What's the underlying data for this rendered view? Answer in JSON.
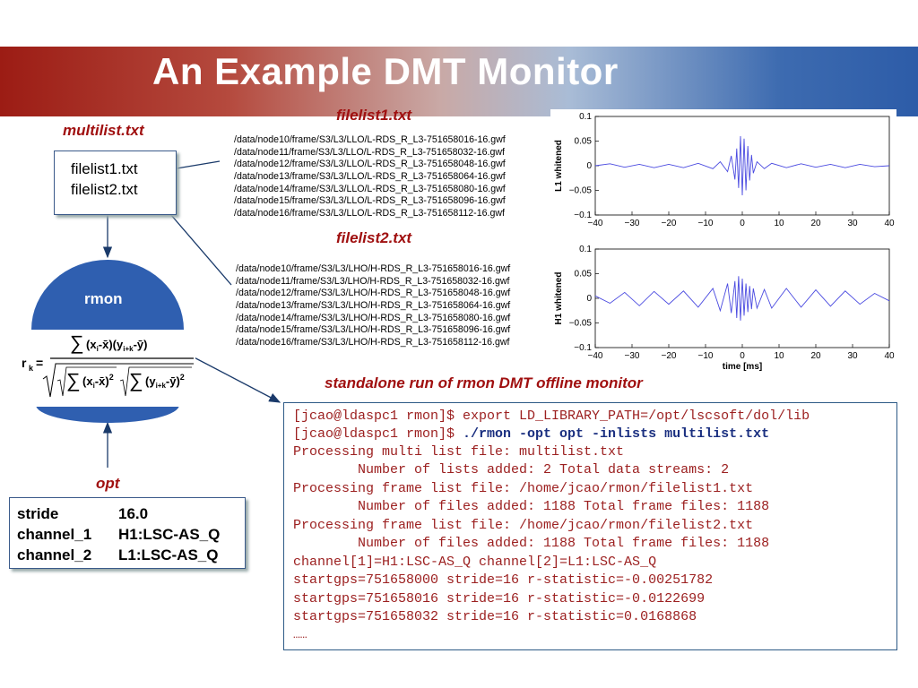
{
  "slide": {
    "title": "An Example DMT Monitor",
    "multilist_label": "multilist.txt",
    "multilist_lines": [
      "filelist1.txt",
      "filelist2.txt"
    ],
    "filelist1_label": "filelist1.txt",
    "filelist2_label": "filelist2.txt",
    "filelist1_paths": [
      "/data/node10/frame/S3/L3/LLO/L-RDS_R_L3-751658016-16.gwf",
      "/data/node11/frame/S3/L3/LLO/L-RDS_R_L3-751658032-16.gwf",
      "/data/node12/frame/S3/L3/LLO/L-RDS_R_L3-751658048-16.gwf",
      "/data/node13/frame/S3/L3/LLO/L-RDS_R_L3-751658064-16.gwf",
      "/data/node14/frame/S3/L3/LLO/L-RDS_R_L3-751658080-16.gwf",
      "/data/node15/frame/S3/L3/LLO/L-RDS_R_L3-751658096-16.gwf",
      "/data/node16/frame/S3/L3/LLO/L-RDS_R_L3-751658112-16.gwf"
    ],
    "filelist2_paths": [
      "/data/node10/frame/S3/L3/LHO/H-RDS_R_L3-751658016-16.gwf",
      "/data/node11/frame/S3/L3/LHO/H-RDS_R_L3-751658032-16.gwf",
      "/data/node12/frame/S3/L3/LHO/H-RDS_R_L3-751658048-16.gwf",
      "/data/node13/frame/S3/L3/LHO/H-RDS_R_L3-751658064-16.gwf",
      "/data/node14/frame/S3/L3/LHO/H-RDS_R_L3-751658080-16.gwf",
      "/data/node15/frame/S3/L3/LHO/H-RDS_R_L3-751658096-16.gwf",
      "/data/node16/frame/S3/L3/LHO/H-RDS_R_L3-751658112-16.gwf"
    ],
    "rmon_label": "rmon",
    "formula": {
      "lhs": "r",
      "lhs_sub": "k",
      "equals": "="
    },
    "opt_label": "opt",
    "opt_rows": [
      {
        "key": "stride",
        "value": "16.0"
      },
      {
        "key": "channel_1",
        "value": "H1:LSC-AS_Q"
      },
      {
        "key": "channel_2",
        "value": "L1:LSC-AS_Q"
      }
    ],
    "standalone_label": "standalone run of rmon DMT offline monitor",
    "terminal_lines": [
      {
        "prompt": "[jcao@ldaspc1 rmon]$ ",
        "text": "export LD_LIBRARY_PATH=/opt/lscsoft/dol/lib",
        "cmd": false
      },
      {
        "prompt": "[jcao@ldaspc1 rmon]$ ",
        "text": "./rmon -opt opt -inlists multilist.txt",
        "cmd": true
      },
      {
        "prompt": "",
        "text": "Processing multi list file: multilist.txt",
        "cmd": false
      },
      {
        "prompt": "",
        "text": "        Number of lists added: 2 Total data streams: 2",
        "cmd": false
      },
      {
        "prompt": "",
        "text": "Processing frame list file: /home/jcao/rmon/filelist1.txt",
        "cmd": false
      },
      {
        "prompt": "",
        "text": "        Number of files added: 1188 Total frame files: 1188",
        "cmd": false
      },
      {
        "prompt": "",
        "text": "Processing frame list file: /home/jcao/rmon/filelist2.txt",
        "cmd": false
      },
      {
        "prompt": "",
        "text": "        Number of files added: 1188 Total frame files: 1188",
        "cmd": false
      },
      {
        "prompt": "",
        "text": "channel[1]=H1:LSC-AS_Q channel[2]=L1:LSC-AS_Q",
        "cmd": false
      },
      {
        "prompt": "",
        "text": "startgps=751658000 stride=16 r-statistic=-0.00251782",
        "cmd": false
      },
      {
        "prompt": "",
        "text": "startgps=751658016 stride=16 r-statistic=-0.0122699",
        "cmd": false
      },
      {
        "prompt": "",
        "text": "startgps=751658032 stride=16 r-statistic=0.0168868",
        "cmd": false
      },
      {
        "prompt": "",
        "text": "……",
        "cmd": false
      }
    ]
  },
  "chart_data": [
    {
      "type": "line",
      "ylabel": "L1 whitened",
      "xlabel": "",
      "xlim": [
        -40,
        40
      ],
      "ylim": [
        -0.1,
        0.1
      ],
      "xticks": [
        -40,
        -30,
        -20,
        -10,
        0,
        10,
        20,
        30,
        40
      ],
      "yticks": [
        -0.1,
        -0.05,
        0,
        0.05,
        0.1
      ],
      "yticklabels": [
        "−0.1",
        "−0.05",
        "0",
        "0.05",
        "0.1"
      ],
      "xticklabels": [
        "−40",
        "−30",
        "−20",
        "−10",
        "0",
        "10",
        "20",
        "30",
        "40"
      ],
      "color": "#4a4ae0",
      "x": [
        -40,
        -36,
        -32,
        -28,
        -24,
        -20,
        -16,
        -12,
        -8,
        -6,
        -4,
        -3,
        -2,
        -1.5,
        -1,
        -0.5,
        0,
        0.5,
        1,
        1.5,
        2,
        2.5,
        3,
        4,
        6,
        8,
        12,
        16,
        20,
        24,
        28,
        32,
        36,
        40
      ],
      "y": [
        0,
        0.004,
        -0.003,
        0.003,
        -0.004,
        0.003,
        -0.004,
        0.005,
        -0.006,
        0.008,
        -0.012,
        0.02,
        -0.028,
        0.035,
        -0.045,
        0.06,
        -0.06,
        0.055,
        -0.05,
        0.04,
        -0.03,
        0.022,
        -0.015,
        0.008,
        -0.006,
        0.005,
        -0.004,
        0.004,
        -0.003,
        0.003,
        -0.004,
        0.003,
        -0.002,
        0
      ]
    },
    {
      "type": "line",
      "ylabel": "H1 whitened",
      "xlabel": "time [ms]",
      "xlim": [
        -40,
        40
      ],
      "ylim": [
        -0.1,
        0.1
      ],
      "xticks": [
        -40,
        -30,
        -20,
        -10,
        0,
        10,
        20,
        30,
        40
      ],
      "yticks": [
        -0.1,
        -0.05,
        0,
        0.05,
        0.1
      ],
      "yticklabels": [
        "−0.1",
        "−0.05",
        "0",
        "0.05",
        "0.1"
      ],
      "xticklabels": [
        "−40",
        "−30",
        "−20",
        "−10",
        "0",
        "10",
        "20",
        "30",
        "40"
      ],
      "color": "#4a4ae0",
      "x": [
        -40,
        -36,
        -32,
        -28,
        -24,
        -20,
        -16,
        -12,
        -8,
        -6,
        -4,
        -3,
        -2,
        -1.5,
        -1,
        -0.5,
        0,
        0.5,
        1,
        1.5,
        2,
        2.5,
        3,
        4,
        6,
        8,
        12,
        16,
        20,
        24,
        28,
        32,
        36,
        40
      ],
      "y": [
        0.005,
        -0.01,
        0.012,
        -0.015,
        0.014,
        -0.012,
        0.015,
        -0.018,
        0.02,
        -0.025,
        0.03,
        -0.03,
        0.035,
        -0.04,
        0.045,
        -0.045,
        0.04,
        -0.035,
        0.03,
        -0.028,
        0.025,
        -0.022,
        0.02,
        -0.02,
        0.018,
        -0.02,
        0.02,
        -0.018,
        0.017,
        -0.016,
        0.015,
        -0.012,
        0.01,
        -0.005
      ]
    }
  ]
}
